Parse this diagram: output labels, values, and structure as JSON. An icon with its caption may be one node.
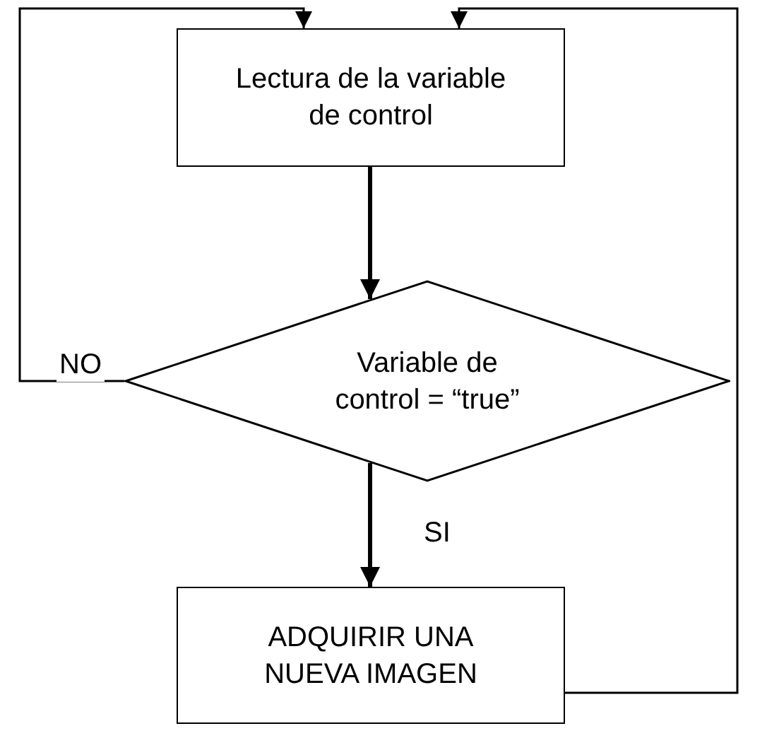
{
  "diagram": {
    "nodes": [
      {
        "text": [
          "Lectura de la variable de control"
        ]
      },
      {
        "text": [
          "Variable de control = “true”"
        ]
      },
      {
        "text": [
          "ADQUIRIR UNA NUEVA IMAGEN"
        ]
      }
    ],
    "edges": [
      {
        "from": 0,
        "to": 1,
        "arrow": "to",
        "style": "thick"
      },
      {
        "from": 1,
        "to": 0,
        "arrow": "to",
        "label": "NO"
      },
      {
        "from": 1,
        "to": 2,
        "arrow": "to",
        "label": "SI",
        "style": "thick"
      },
      {
        "from": 2,
        "to": 0,
        "arrow": "to"
      }
    ]
  }
}
